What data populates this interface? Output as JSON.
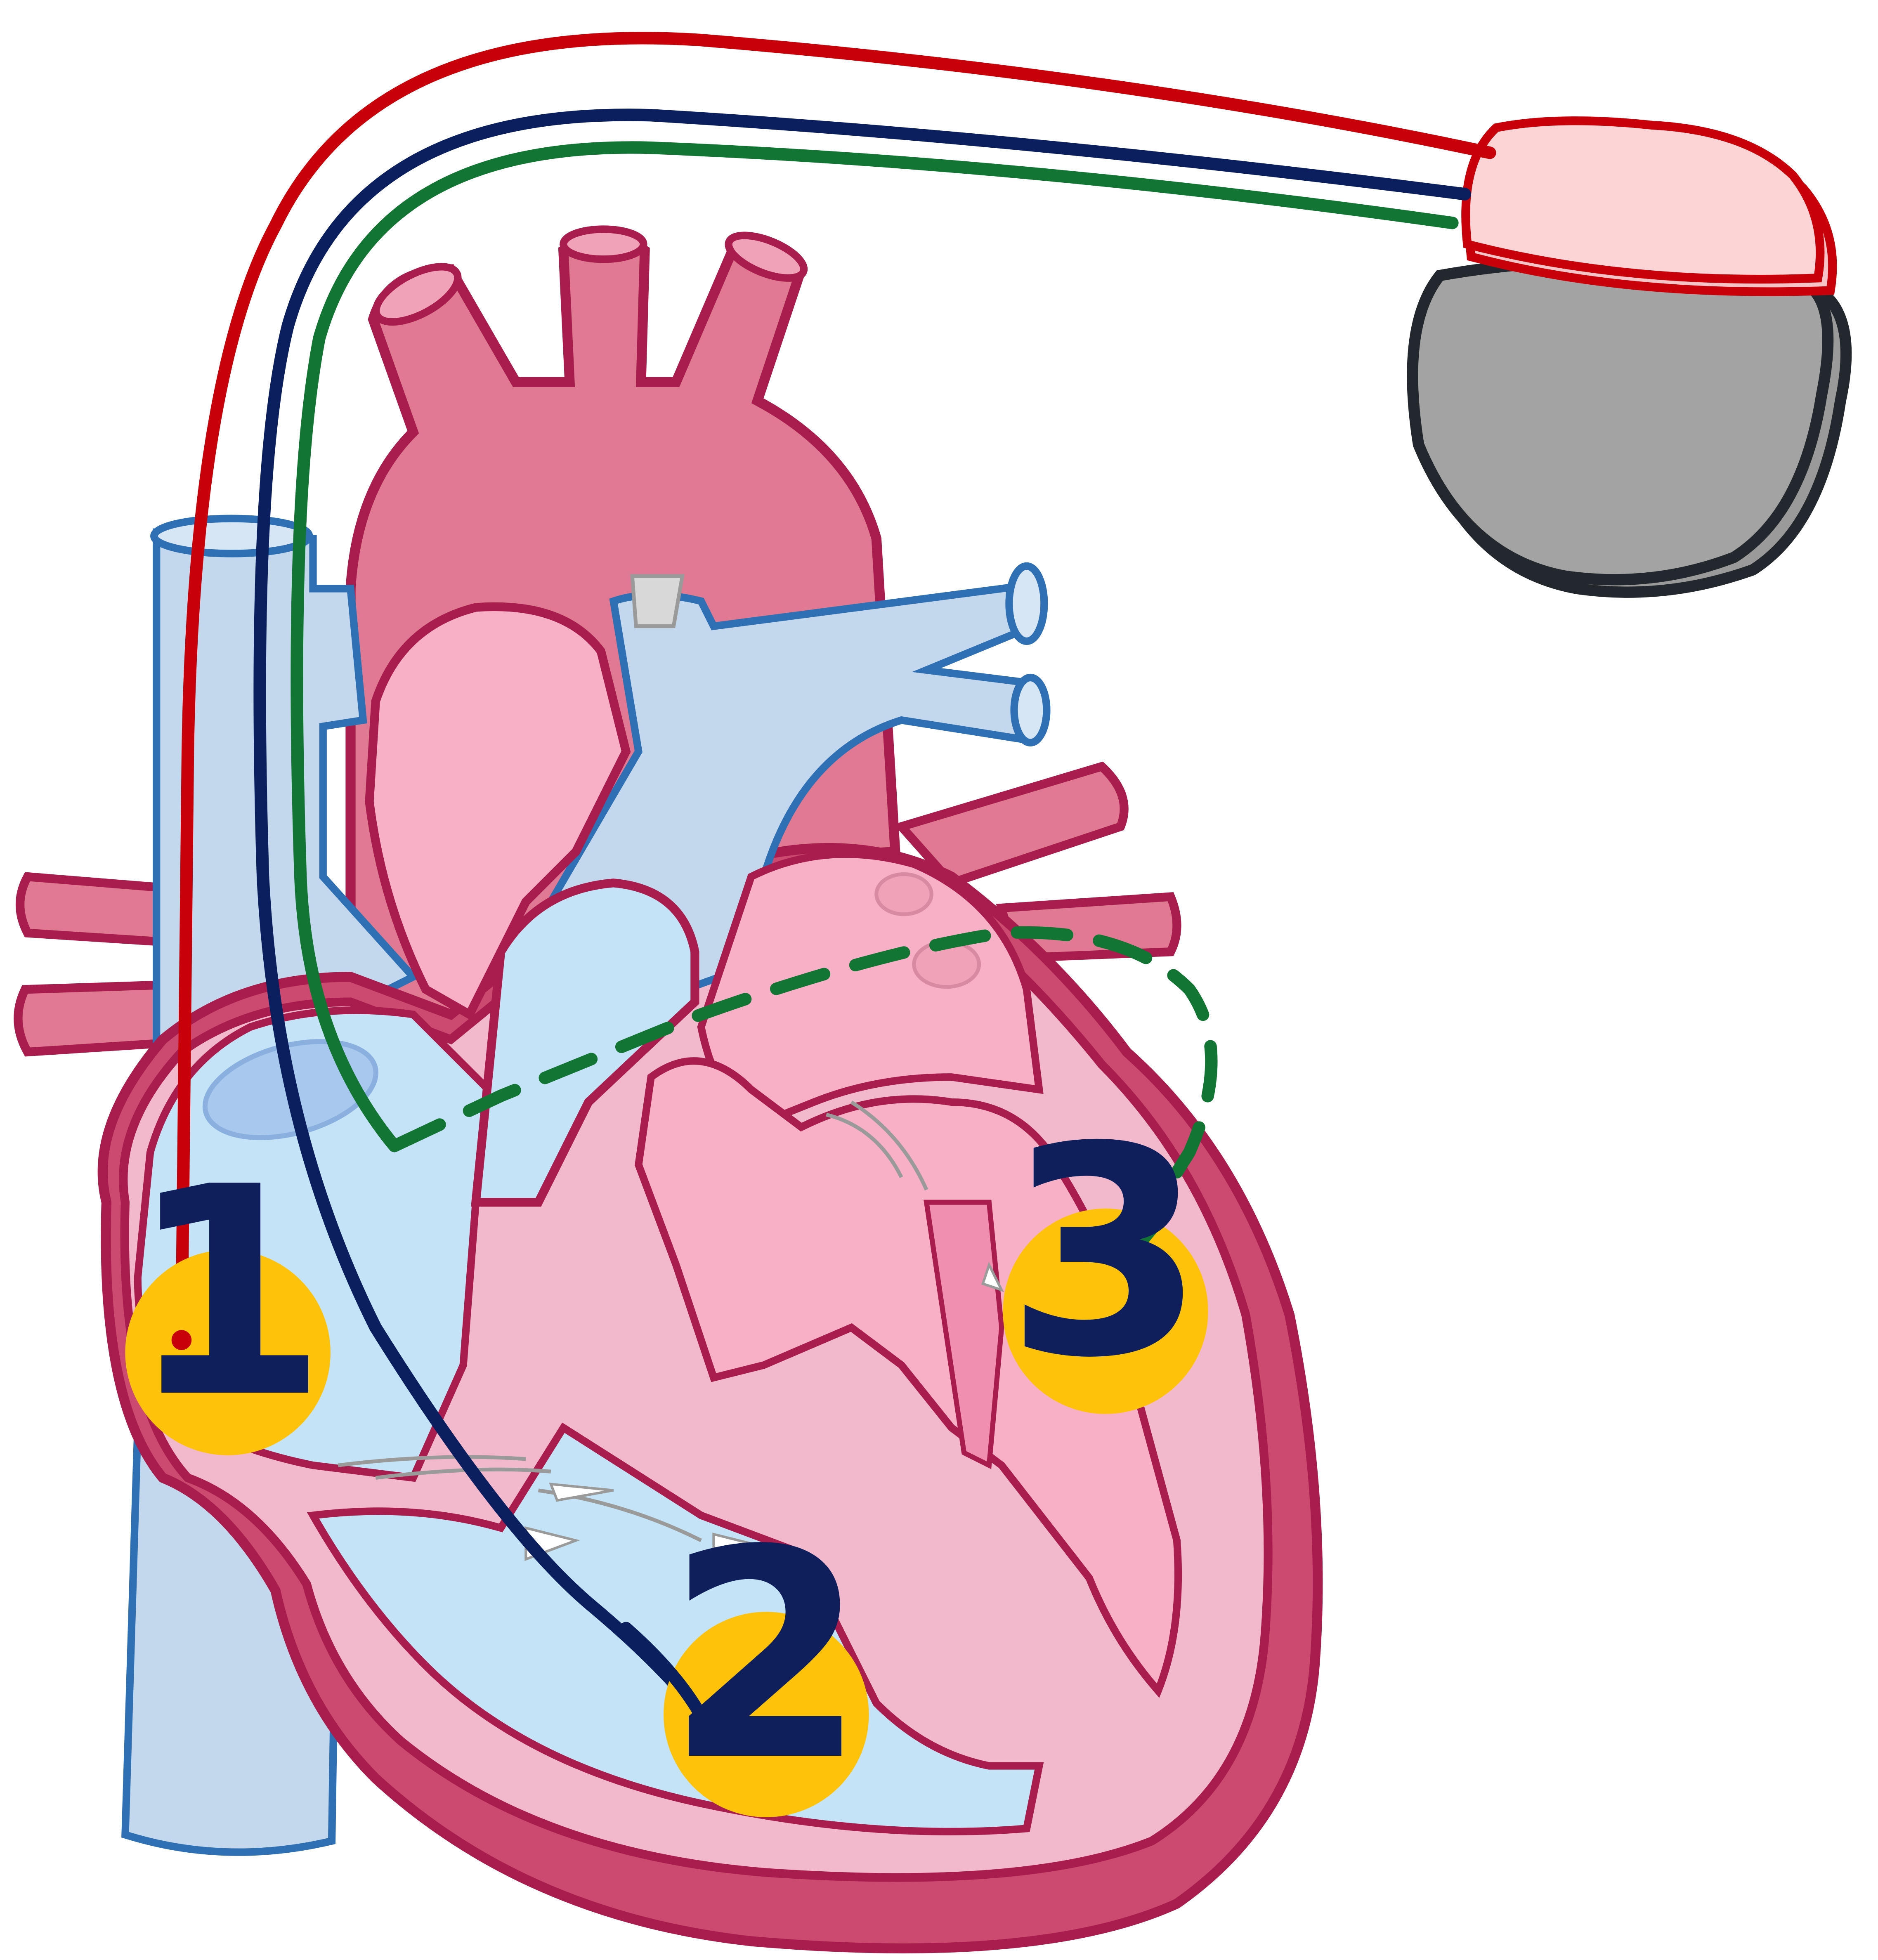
{
  "markers": [
    {
      "label": "1"
    },
    {
      "label": "2"
    },
    {
      "label": "3"
    }
  ],
  "colors": {
    "lead_1": "#c8000a",
    "lead_2": "#0b1f5e",
    "lead_3": "#127534",
    "marker_fill": "#ffc20a",
    "marker_text": "#0f1f5c",
    "device_body": "#a3a3a3",
    "device_header": "#fcd4d6",
    "heart_muscle": "#f2b9cc",
    "heart_outline": "#a81c4e",
    "blood_vessel_red": "#e07a93",
    "blood_vessel_blue": "#c3d8ec",
    "vessel_blue_outline": "#2f6fb3"
  },
  "icons": [
    "pacemaker-device-icon",
    "heart-icon"
  ]
}
